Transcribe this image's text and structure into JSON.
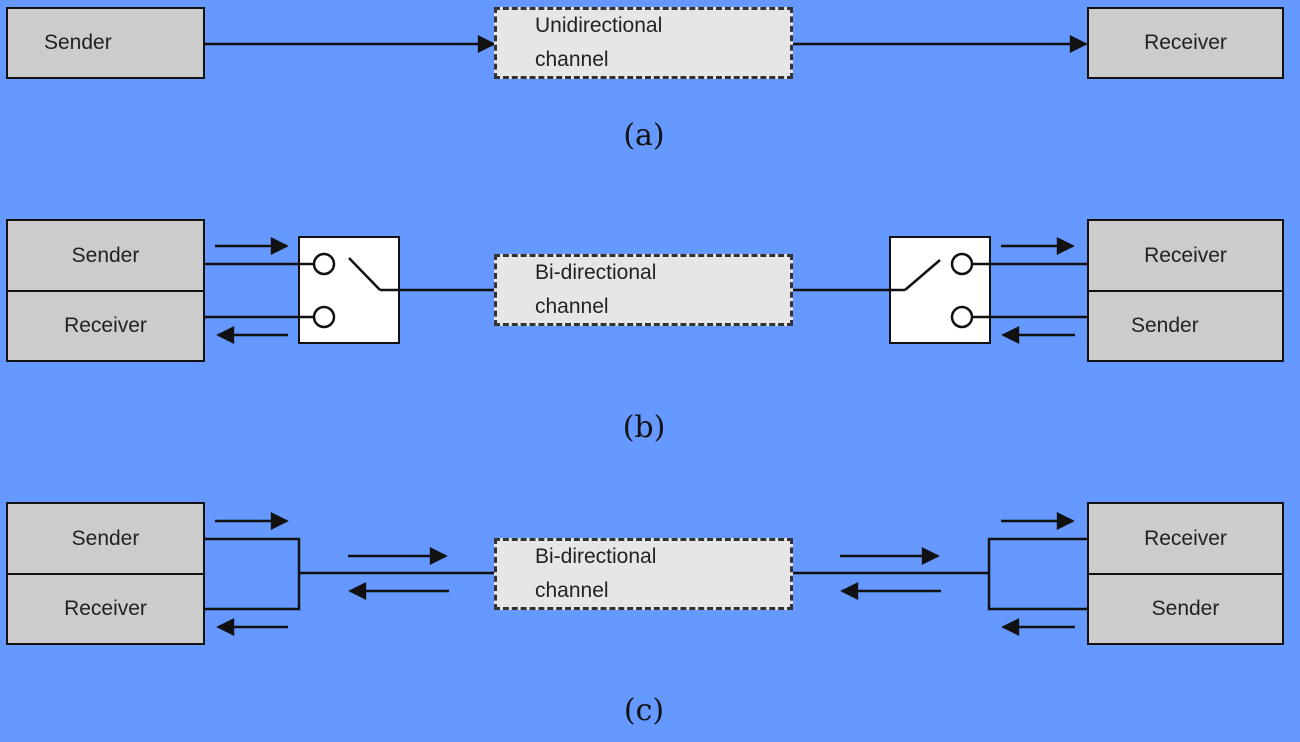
{
  "colors": {
    "background": "#6699ff",
    "box_fill": "#cccccc",
    "channel_fill": "#e6e6e6",
    "line": "#111111"
  },
  "a": {
    "sender": "Sender",
    "channel_line1": "Unidirectional",
    "channel_line2": "channel",
    "receiver": "Receiver",
    "caption": "(a)"
  },
  "b": {
    "left_top": "Sender",
    "left_bottom": "Receiver",
    "channel_line1": "Bi-directional",
    "channel_line2": "channel",
    "right_top": "Receiver",
    "right_bottom": "Sender",
    "caption": "(b)"
  },
  "c": {
    "left_top": "Sender",
    "left_bottom": "Receiver",
    "channel_line1": "Bi-directional",
    "channel_line2": "channel",
    "right_top": "Receiver",
    "right_bottom": "Sender",
    "caption": "(c)"
  }
}
